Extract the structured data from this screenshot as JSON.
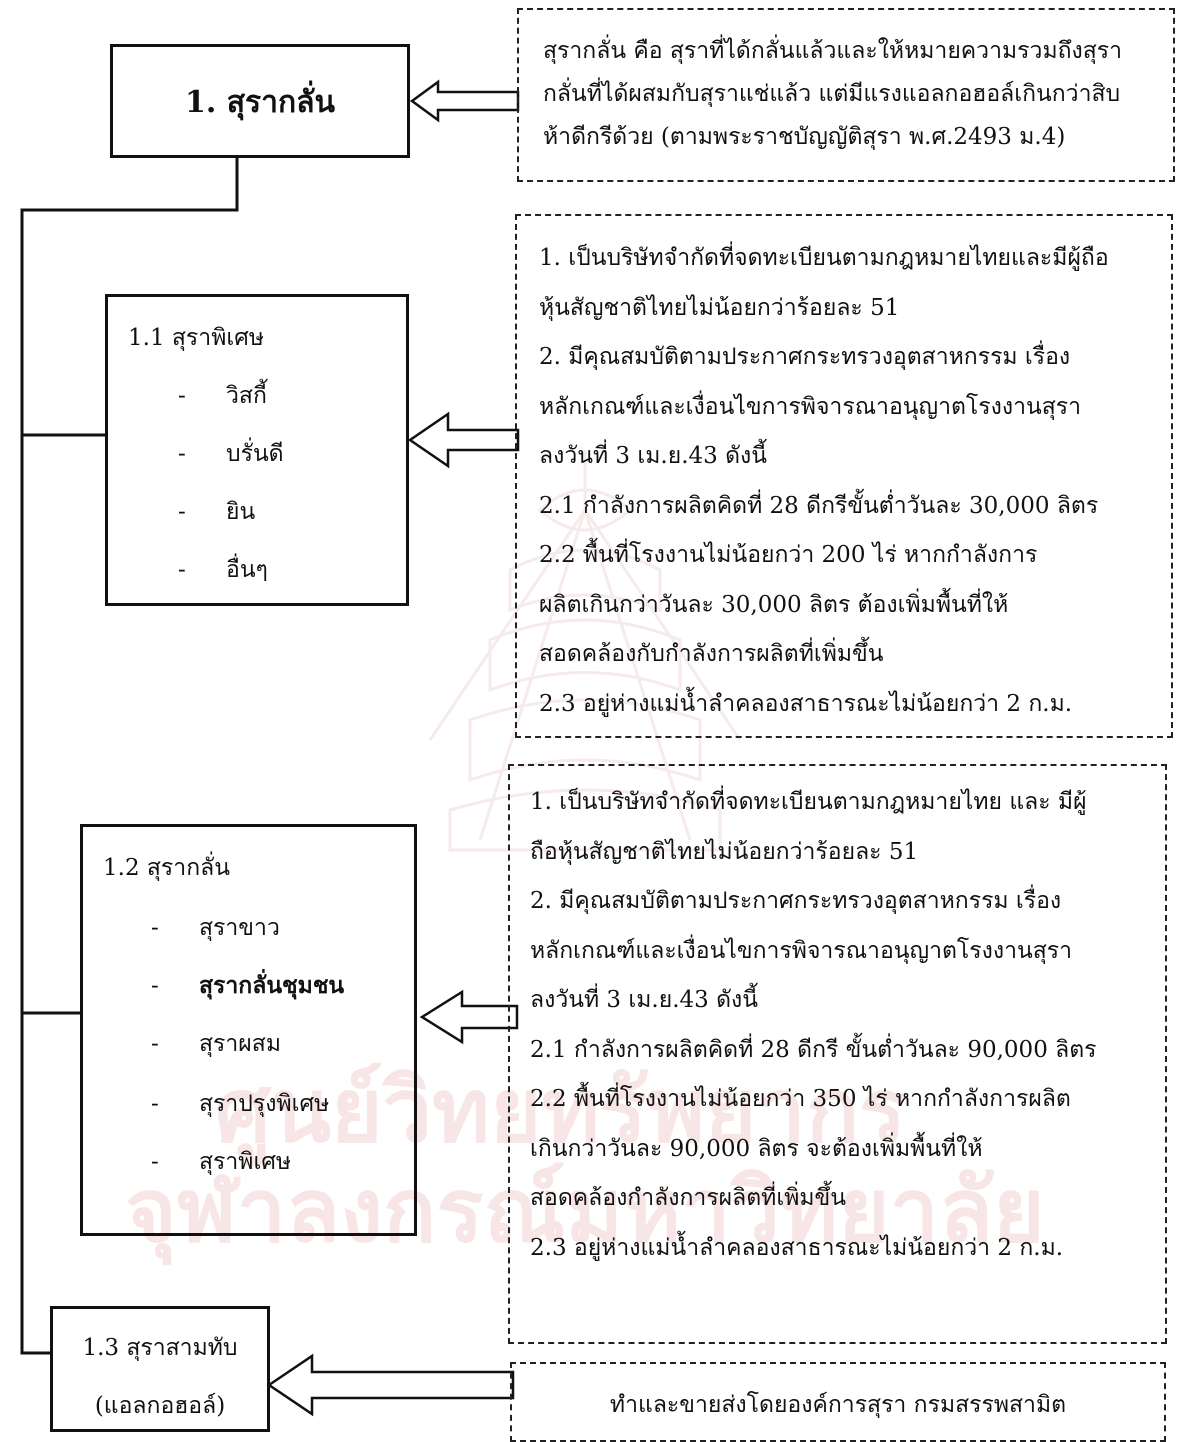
{
  "main_box": {
    "title": "1. สุรากลั่น"
  },
  "definition_note": {
    "lines": [
      "สุรากลั่น คือ สุราที่ได้กลั่นแล้วและให้หมายความรวมถึงสุรา",
      "กลั่นที่ได้ผสมกับสุราแช่แล้ว แต่มีแรงแอลกอฮอล์เกินกว่าสิบ",
      "ห้าดีกรีด้วย (ตามพระราชบัญญัติสุรา พ.ศ.2493 ม.4)"
    ]
  },
  "box_1_1": {
    "title": "1.1 สุราพิเศษ",
    "items": [
      "วิสกี้",
      "บรั่นดี",
      "ยิน",
      "อื่นๆ"
    ]
  },
  "note_1_1": {
    "lines": [
      "1.   เป็นบริษัทจำกัดที่จดทะเบียนตามกฎหมายไทยและมีผู้ถือ",
      "      หุ้นสัญชาติไทยไม่น้อยกว่าร้อยละ  51",
      "2.   มีคุณสมบัติตามประกาศกระทรวงอุตสาหกรรม เรื่อง",
      "      หลักเกณฑ์และเงื่อนไขการพิจารณาอนุญาตโรงงานสุรา",
      "      ลงวันที่ 3  เม.ย.43 ดังนี้",
      "        2.1  กำลังการผลิตคิดที่ 28 ดีกรีขั้นต่ำวันละ 30,000  ลิตร",
      "        2.2  พื้นที่โรงงานไม่น้อยกว่า  200  ไร่  หากกำลังการ",
      "               ผลิตเกินกว่าวันละ  30,000 ลิตร  ต้องเพิ่มพื้นที่ให้",
      "               สอดคล้องกับกำลังการผลิตที่เพิ่มขึ้น",
      "        2.3  อยู่ห่างแม่น้ำลำคลองสาธารณะไม่น้อยกว่า 2 ก.ม."
    ]
  },
  "box_1_2": {
    "title": "1.2 สุรากลั่น",
    "items": [
      "สุราขาว",
      "สุรากลั่นชุมชน",
      "สุราผสม",
      "สุราปรุงพิเศษ",
      "สุราพิเศษ"
    ]
  },
  "note_1_2": {
    "lines": [
      "1.   เป็นบริษัทจำกัดที่จดทะเบียนตามกฎหมายไทย  และ  มีผู้",
      "      ถือหุ้นสัญชาติไทยไม่น้อยกว่าร้อยละ  51",
      "2.    มีคุณสมบัติตามประกาศกระทรวงอุตสาหกรรม เรื่อง",
      "      หลักเกณฑ์และเงื่อนไขการพิจารณาอนุญาตโรงงานสุรา",
      "      ลงวันที่  3  เม.ย.43  ดังนี้",
      "      2.1  กำลังการผลิตคิดที่ 28 ดีกรี ขั้นต่ำวันละ 90,000   ลิตร",
      "      2.2  พื้นที่โรงงานไม่น้อยกว่า  350  ไร่  หากกำลังการผลิต",
      "              เกินกว่าวันละ  90,000 ลิตร  จะต้องเพิ่มพื้นที่ให้",
      "              สอดคล้องกำลังการผลิตที่เพิ่มขึ้น",
      "      2.3  อยู่ห่างแม่น้ำลำคลองสาธารณะไม่น้อยกว่า 2 ก.ม."
    ]
  },
  "box_1_3": {
    "line1": "1.3 สุราสามทับ",
    "line2": "(แอลกอฮอล์)"
  },
  "note_1_3": {
    "text": "ทำและขายส่งโดยองค์การสุรา  กรมสรรพสามิต"
  },
  "watermark": {
    "line1": "ศูนย์วิทยทรัพยากร",
    "line2": "จุฬาลงกรณ์มหาวิทยาลัย"
  }
}
